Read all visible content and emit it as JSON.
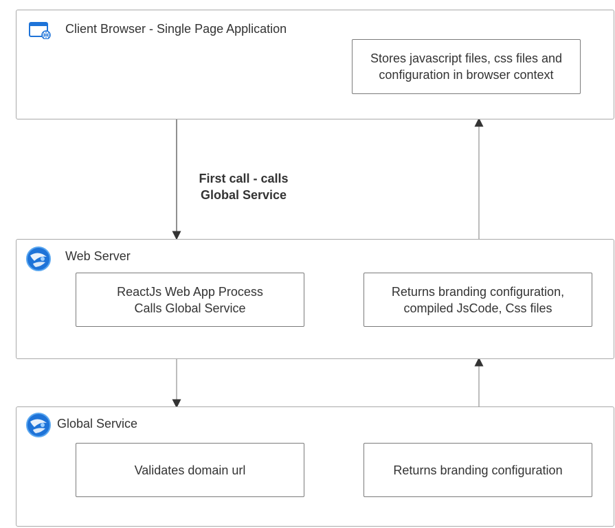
{
  "containers": {
    "client": {
      "title": "Client Browser - Single Page Application",
      "icon": "browser-window-icon",
      "boxes": [
        {
          "lines": [
            "Stores javascript files, css files and",
            "configuration in browser context"
          ]
        }
      ]
    },
    "web_server": {
      "title": "Web Server",
      "icon": "app-service-icon",
      "boxes": [
        {
          "lines": [
            "ReactJs Web App Process",
            "Calls Global Service"
          ]
        },
        {
          "lines": [
            "Returns branding configuration,",
            "compiled JsCode, Css files"
          ]
        }
      ]
    },
    "global_service": {
      "title": "Global Service",
      "icon": "app-service-icon",
      "boxes": [
        {
          "lines": [
            "Validates domain url"
          ]
        },
        {
          "lines": [
            "Returns branding configuration"
          ]
        }
      ]
    }
  },
  "edges": [
    {
      "from": "client",
      "to": "web_server",
      "label_lines": [
        "First call - calls",
        "Global Service"
      ]
    },
    {
      "from": "web_server",
      "to": "client",
      "label_lines": []
    },
    {
      "from": "web_server",
      "to": "global_service",
      "label_lines": []
    },
    {
      "from": "global_service",
      "to": "web_server",
      "label_lines": []
    }
  ],
  "colors": {
    "border": "#a9a9a9",
    "box_border": "#7a7a7a",
    "arrow": "#333333",
    "icon_blue": "#1e73d8"
  }
}
